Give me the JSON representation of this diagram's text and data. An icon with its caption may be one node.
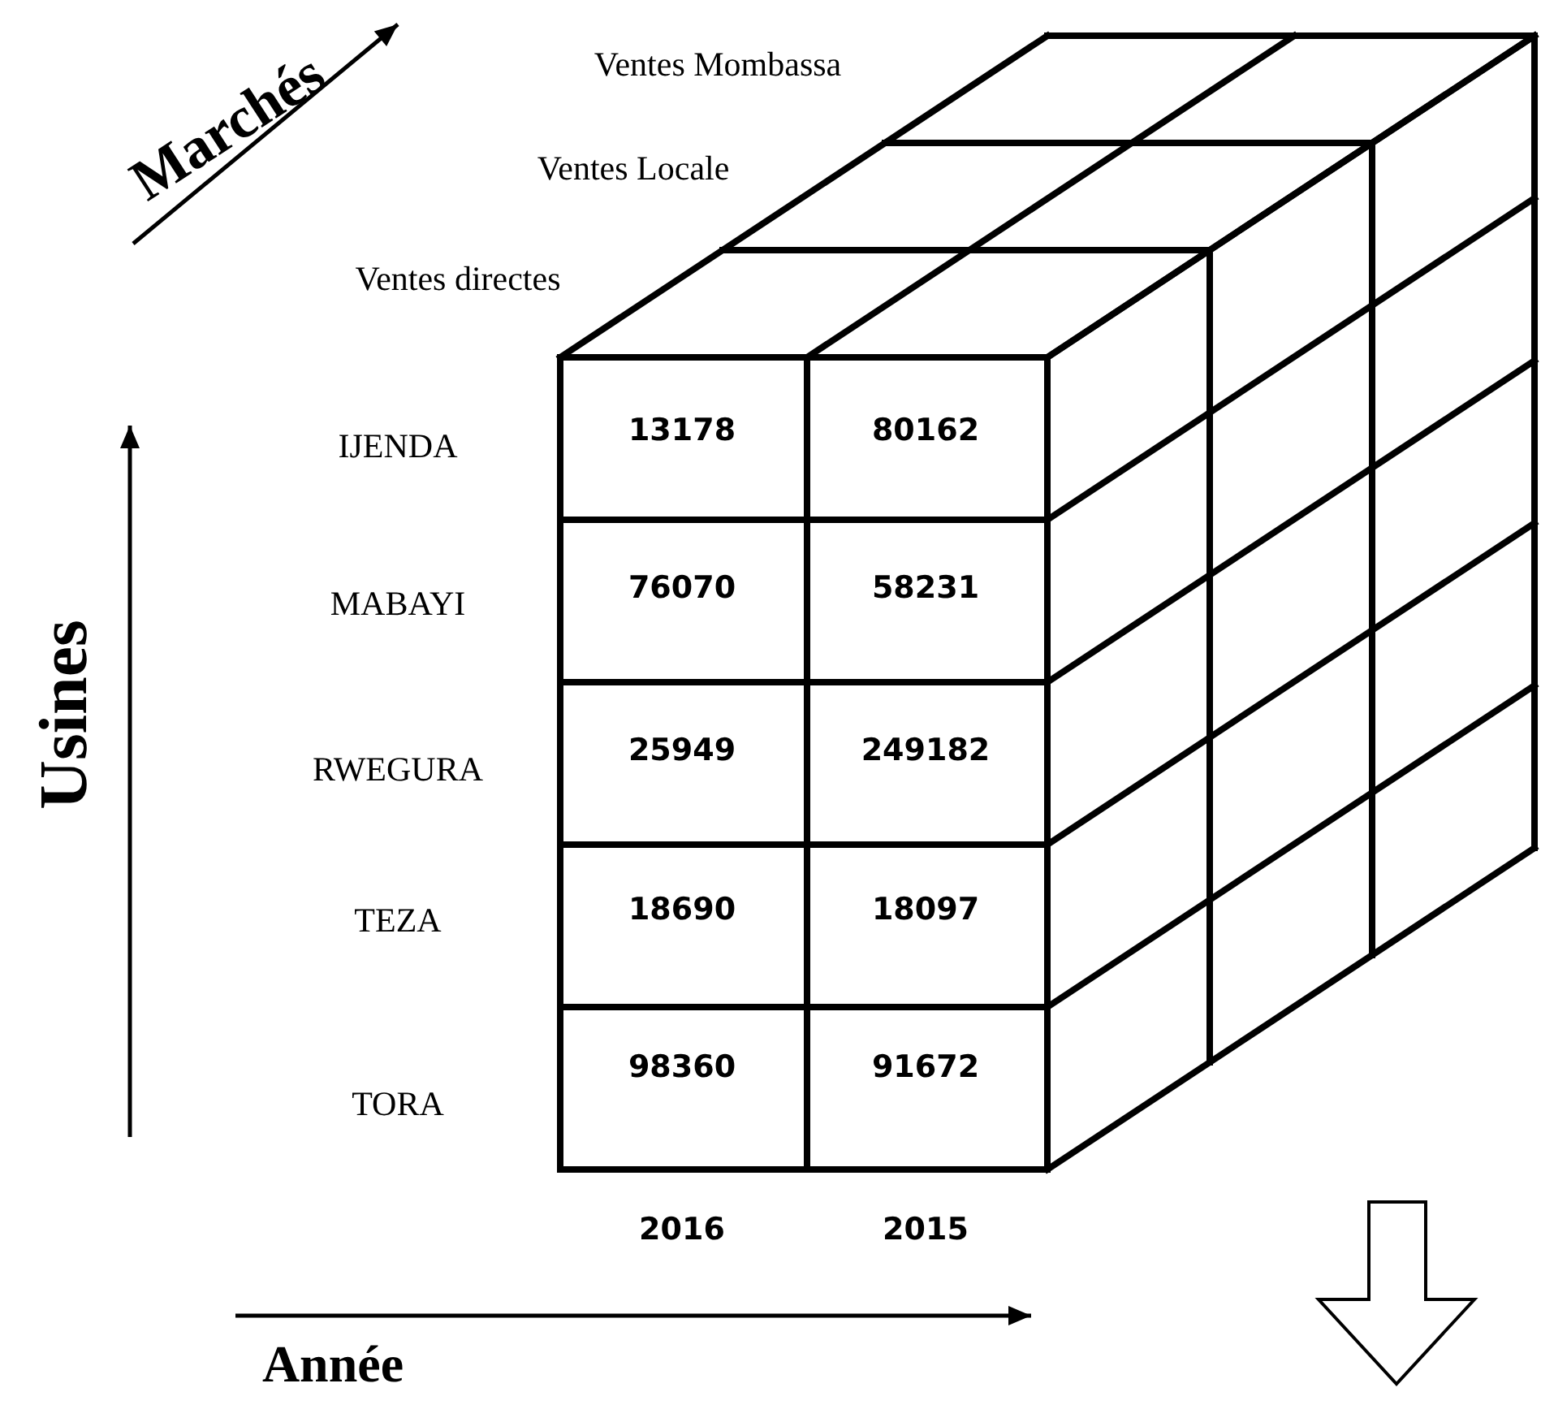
{
  "diagram": {
    "labels": [
      "Marchés",
      "Ventes Mombassa",
      "Ventes Locale",
      "Ventes directes",
      "Usines",
      "IJENDA",
      "13178",
      "80162",
      "MABAYI",
      "76070",
      "58231",
      "RWEGURA",
      "25949",
      "249182",
      "TEZA",
      "18690",
      "18097",
      "TORA",
      "98360",
      "91672",
      "2016",
      "2015",
      "Année"
    ]
  }
}
